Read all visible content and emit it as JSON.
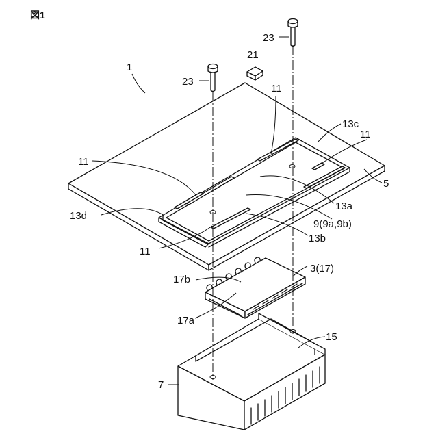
{
  "figure_title": "図1",
  "labels": {
    "device": "1",
    "screw_left": "23",
    "screw_right": "23",
    "block": "21",
    "slit_top": "11",
    "slit_right": "11",
    "slit_left": "11",
    "slit_bottom": "11",
    "edge_c": "13c",
    "edge_a": "13a",
    "edge_b": "13b",
    "edge_d": "13d",
    "board": "5",
    "opening": "9(9a,9b)",
    "module": "3(17)",
    "module_top": "17b",
    "module_bottom": "17a",
    "sink_recess": "15",
    "heatsink": "7"
  }
}
